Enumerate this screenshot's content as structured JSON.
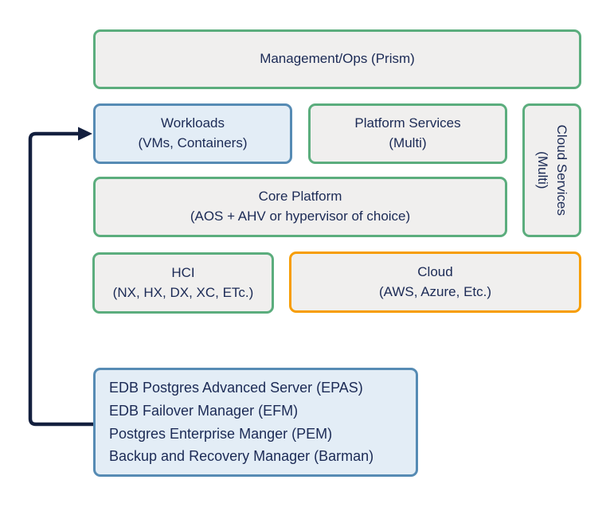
{
  "diagram": {
    "boxes": {
      "management": {
        "label": "Management/Ops (Prism)"
      },
      "workloads": {
        "line1": "Workloads",
        "line2": "(VMs, Containers)"
      },
      "platform_services": {
        "line1": "Platform Services",
        "line2": "(Multi)"
      },
      "cloud_services": {
        "line1": "Cloud Services",
        "line2": "(Multi)"
      },
      "core_platform": {
        "line1": "Core Platform",
        "line2": "(AOS + AHV or hypervisor of choice)"
      },
      "hci": {
        "line1": "HCI",
        "line2": "(NX, HX, DX, XC, ETc.)"
      },
      "cloud": {
        "line1": "Cloud",
        "line2": "(AWS, Azure, Etc.)"
      },
      "edb_stack": {
        "lines": [
          "EDB Postgres Advanced Server (EPAS)",
          "EDB Failover Manager (EFM)",
          "Postgres Enterprise Manger (PEM)",
          "Backup and Recovery Manager (Barman)"
        ]
      }
    },
    "arrow": {
      "from": "edb_stack",
      "to": "workloads"
    },
    "colors": {
      "green_border": "#5BAD7D",
      "blue_border": "#568BB4",
      "orange_border": "#F79D00",
      "gray_fill": "#F0EFEE",
      "blue_fill": "#E3EDF6",
      "text": "#1B2A55",
      "arrow": "#131F3E",
      "background": "#FFFFFF"
    }
  }
}
